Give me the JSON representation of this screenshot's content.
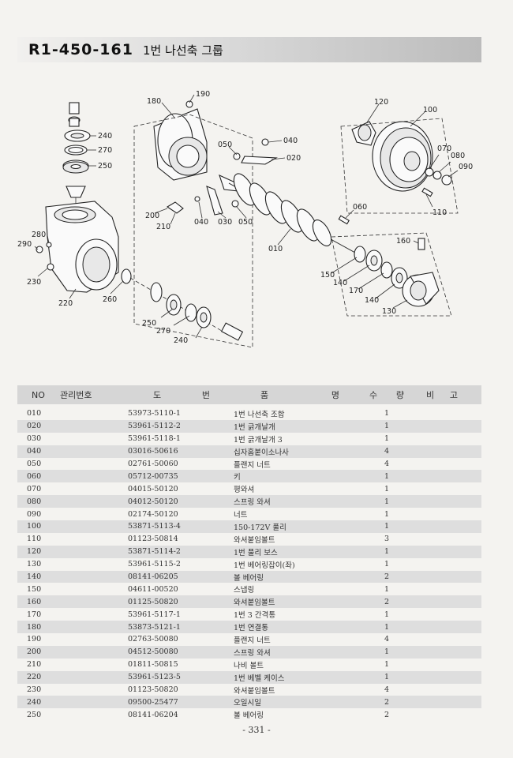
{
  "header": {
    "part_code": "R1-450-161",
    "group_name": "1번 나선축 그룹"
  },
  "diagram": {
    "callouts": [
      "190",
      "180",
      "120",
      "100",
      "240",
      "270",
      "250",
      "050",
      "040",
      "020",
      "070",
      "080",
      "090",
      "110",
      "060",
      "200",
      "210",
      "040",
      "030",
      "050",
      "010",
      "160",
      "280",
      "290",
      "230",
      "150",
      "140",
      "170",
      "140",
      "130",
      "220",
      "260",
      "250",
      "270",
      "240"
    ]
  },
  "table": {
    "headers": {
      "no": "NO",
      "mgmt": "관리번호",
      "drawing": [
        "도",
        "번"
      ],
      "name": [
        "품",
        "명"
      ],
      "qty": [
        "수",
        "량"
      ],
      "remark": [
        "비",
        "고"
      ]
    },
    "rows": [
      {
        "no": "010",
        "drawing": "53973-5110-1",
        "name": "1번 나선축 조합",
        "qty": "1"
      },
      {
        "no": "020",
        "drawing": "53961-5112-2",
        "name": "1번 긁개날개",
        "qty": "1"
      },
      {
        "no": "030",
        "drawing": "53961-5118-1",
        "name": "1번 긁개날개 3",
        "qty": "1"
      },
      {
        "no": "040",
        "drawing": "03016-50616",
        "name": "십자홈붙이소나사",
        "qty": "4"
      },
      {
        "no": "050",
        "drawing": "02761-50060",
        "name": "플랜지 너트",
        "qty": "4"
      },
      {
        "no": "060",
        "drawing": "05712-00735",
        "name": "키",
        "qty": "1"
      },
      {
        "no": "070",
        "drawing": "04015-50120",
        "name": "평와셔",
        "qty": "1"
      },
      {
        "no": "080",
        "drawing": "04012-50120",
        "name": "스프링 와셔",
        "qty": "1"
      },
      {
        "no": "090",
        "drawing": "02174-50120",
        "name": "너트",
        "qty": "1"
      },
      {
        "no": "100",
        "drawing": "53871-5113-4",
        "name": "150-172V 풀리",
        "qty": "1"
      },
      {
        "no": "110",
        "drawing": "01123-50814",
        "name": "와셔붙임볼트",
        "qty": "3"
      },
      {
        "no": "120",
        "drawing": "53871-5114-2",
        "name": "1번 풀리 보스",
        "qty": "1"
      },
      {
        "no": "130",
        "drawing": "53961-5115-2",
        "name": "1번 베어링잡이(좌)",
        "qty": "1"
      },
      {
        "no": "140",
        "drawing": "08141-06205",
        "name": "볼 베어링",
        "qty": "2"
      },
      {
        "no": "150",
        "drawing": "04611-00520",
        "name": "스냅링",
        "qty": "1"
      },
      {
        "no": "160",
        "drawing": "01125-50820",
        "name": "와셔붙임볼트",
        "qty": "2"
      },
      {
        "no": "170",
        "drawing": "53961-5117-1",
        "name": "1번 3 간격통",
        "qty": "1"
      },
      {
        "no": "180",
        "drawing": "53873-5121-1",
        "name": "1번 연결통",
        "qty": "1"
      },
      {
        "no": "190",
        "drawing": "02763-50080",
        "name": "플랜지 너트",
        "qty": "4"
      },
      {
        "no": "200",
        "drawing": "04512-50080",
        "name": "스프링 와셔",
        "qty": "1"
      },
      {
        "no": "210",
        "drawing": "01811-50815",
        "name": "나비 볼트",
        "qty": "1"
      },
      {
        "no": "220",
        "drawing": "53961-5123-5",
        "name": "1번 베벨 케이스",
        "qty": "1"
      },
      {
        "no": "230",
        "drawing": "01123-50820",
        "name": "와셔붙임볼트",
        "qty": "4"
      },
      {
        "no": "240",
        "drawing": "09500-25477",
        "name": "오일시일",
        "qty": "2"
      },
      {
        "no": "250",
        "drawing": "08141-06204",
        "name": "볼 베어링",
        "qty": "2"
      }
    ]
  },
  "footer": {
    "page": "- 331 -"
  }
}
